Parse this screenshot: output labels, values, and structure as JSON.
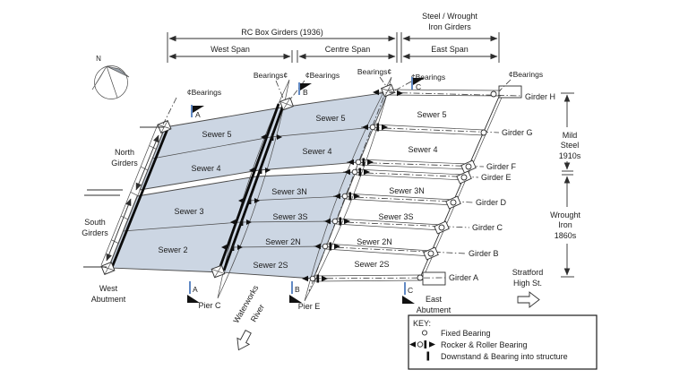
{
  "dims": {
    "rc": "RC Box Girders (1936)",
    "steel1": "Steel / Wrought",
    "steel2": "Iron Girders",
    "west": "West Span",
    "centre": "Centre Span",
    "east": "East Span"
  },
  "bear": {
    "l": "Bearings¢",
    "r": "¢Bearings"
  },
  "compass": {
    "n": "N"
  },
  "groups": {
    "north1": "North",
    "north2": "Girders",
    "south1": "South",
    "south2": "Girders"
  },
  "supports": {
    "wa1": "West",
    "wa2": "Abutment",
    "pc": "Pier C",
    "pe": "Pier E",
    "ea1": "East",
    "ea2": "Abutment"
  },
  "river": {
    "l1": "Waterworks",
    "l2": "River"
  },
  "sewers": {
    "west": [
      "Sewer 5",
      "Sewer 4",
      "Sewer 3",
      "Sewer 2"
    ],
    "centre": [
      "Sewer 5",
      "Sewer 4",
      "Sewer 3N",
      "Sewer 3S",
      "Sewer 2N",
      "Sewer 2S"
    ],
    "east": [
      "Sewer 5",
      "Sewer 4",
      "Sewer 3N",
      "Sewer 3S",
      "Sewer 2N",
      "Sewer 2S"
    ]
  },
  "girders": [
    "Girder H",
    "Girder G",
    "Girder F",
    "Girder E",
    "Girder D",
    "Girder C",
    "Girder B",
    "Girder A"
  ],
  "materials": {
    "m1": "Mild",
    "m2": "Steel",
    "m3": "1910s",
    "w1": "Wrought",
    "w2": "Iron",
    "w3": "1860s"
  },
  "street": {
    "l1": "Stratford",
    "l2": "High St."
  },
  "sections": {
    "a": "A",
    "b": "B",
    "c": "C"
  },
  "key": {
    "title": "KEY:",
    "fixed": "Fixed Bearing",
    "rocker": "Rocker & Roller Bearing",
    "downstand": "Downstand & Bearing into structure"
  },
  "colors": {
    "deck": "#ccd6e3",
    "accent_blue": "#3a6cb5",
    "line": "#2e2e2e"
  }
}
